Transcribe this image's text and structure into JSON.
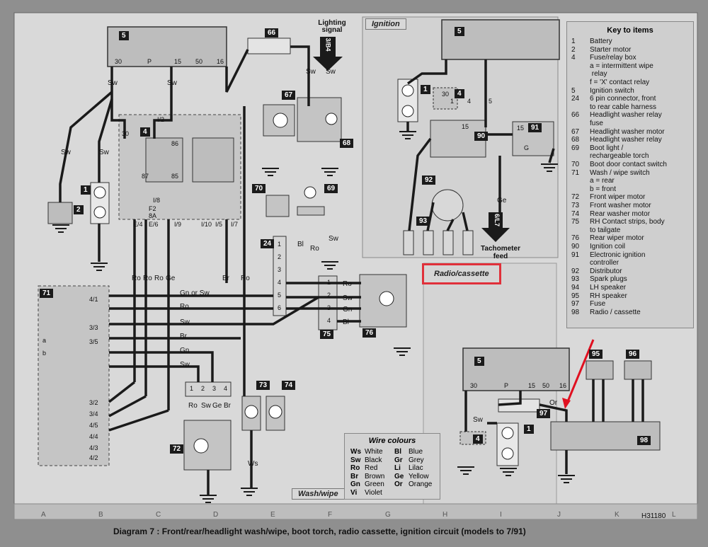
{
  "sections": {
    "ignition": "Ignition",
    "wash_wipe": "Wash/wipe",
    "radio_cassette": "Radio/cassette"
  },
  "lighting_signal": "Lighting signal",
  "lighting_ref": "3/B4",
  "tachometer_feed": "Tachometer feed",
  "tachometer_ref": "6/L7",
  "key": {
    "title": "Key to items",
    "items": [
      {
        "num": "1",
        "text": "Battery"
      },
      {
        "num": "2",
        "text": "Starter motor"
      },
      {
        "num": "4",
        "text": "Fuse/relay box"
      },
      {
        "num": "",
        "text": "a  =  intermittent wipe"
      },
      {
        "num": "",
        "text": "       relay"
      },
      {
        "num": "",
        "text": "f  =  'X' contact relay"
      },
      {
        "num": "5",
        "text": "Ignition switch"
      },
      {
        "num": "24",
        "text": "6 pin connector, front"
      },
      {
        "num": "",
        "text": "to rear cable harness"
      },
      {
        "num": "66",
        "text": "Headlight washer relay"
      },
      {
        "num": "",
        "text": "fuse"
      },
      {
        "num": "67",
        "text": "Headlight washer motor"
      },
      {
        "num": "68",
        "text": "Headlight washer relay"
      },
      {
        "num": "69",
        "text": "Boot light /"
      },
      {
        "num": "",
        "text": "rechargeable torch"
      },
      {
        "num": "70",
        "text": "Boot door contact switch"
      },
      {
        "num": "71",
        "text": "Wash / wipe switch"
      },
      {
        "num": "",
        "text": "a  =  rear"
      },
      {
        "num": "",
        "text": "b  =  front"
      },
      {
        "num": "72",
        "text": "Front wiper motor"
      },
      {
        "num": "73",
        "text": "Front washer motor"
      },
      {
        "num": "74",
        "text": "Rear washer motor"
      },
      {
        "num": "75",
        "text": "RH Contact strips, body"
      },
      {
        "num": "",
        "text": "to tailgate"
      },
      {
        "num": "76",
        "text": "Rear wiper motor"
      },
      {
        "num": "90",
        "text": "Ignition coil"
      },
      {
        "num": "91",
        "text": "Electronic ignition"
      },
      {
        "num": "",
        "text": "controller"
      },
      {
        "num": "92",
        "text": "Distributor"
      },
      {
        "num": "93",
        "text": "Spark plugs"
      },
      {
        "num": "94",
        "text": "LH speaker"
      },
      {
        "num": "95",
        "text": "RH speaker"
      },
      {
        "num": "97",
        "text": "Fuse"
      },
      {
        "num": "98",
        "text": "Radio / cassette"
      }
    ]
  },
  "wire_colours": {
    "title": "Wire colours",
    "left": [
      {
        "code": "Ws",
        "name": "White"
      },
      {
        "code": "Sw",
        "name": "Black"
      },
      {
        "code": "Ro",
        "name": "Red"
      },
      {
        "code": "Br",
        "name": "Brown"
      },
      {
        "code": "Gn",
        "name": "Green"
      },
      {
        "code": "Vi",
        "name": "Violet"
      }
    ],
    "right": [
      {
        "code": "Bl",
        "name": "Blue"
      },
      {
        "code": "Gr",
        "name": "Grey"
      },
      {
        "code": "Li",
        "name": "Lilac"
      },
      {
        "code": "Ge",
        "name": "Yellow"
      },
      {
        "code": "Or",
        "name": "Orange"
      }
    ]
  },
  "caption": "Diagram 7 :  Front/rear/headlight wash/wipe, boot torch, radio cassette, ignition circuit (models to 7/91)",
  "ref_code": "H31180",
  "grid_letters": [
    "A",
    "B",
    "C",
    "D",
    "E",
    "F",
    "G",
    "H",
    "I",
    "J",
    "K",
    "L"
  ],
  "badges": [
    "5",
    "66",
    "4",
    "1",
    "2",
    "67",
    "68",
    "70",
    "69",
    "24",
    "71",
    "72",
    "73",
    "74",
    "75",
    "76",
    "5",
    "1",
    "4",
    "90",
    "91",
    "92",
    "93",
    "5",
    "97",
    "1",
    "4",
    "95",
    "96",
    "98"
  ],
  "pins_ignition_switch": [
    "30",
    "P",
    "15",
    "50",
    "16"
  ],
  "pins_relay": [
    "30",
    "I/2",
    "86",
    "85",
    "87",
    "I/8",
    "F2",
    "8A",
    "E/4",
    "E/6",
    "I/9",
    "I/10",
    "I/5",
    "I/7"
  ],
  "pins_switch71": [
    "4/1",
    "3/3",
    "3/5",
    "a",
    "b",
    "3/2",
    "3/4",
    "4/5",
    "4/4",
    "4/3",
    "4/2"
  ],
  "pins_connector24": [
    "1",
    "2",
    "3",
    "4",
    "5",
    "6"
  ],
  "pins_strip75": [
    "1",
    "2",
    "3",
    "4"
  ],
  "pins_motor72": [
    "1",
    "2",
    "3",
    "4"
  ],
  "wire_labels": [
    "Gn or Sw",
    "Ro",
    "Sw",
    "Br",
    "Gn",
    "Sw",
    "Ro",
    "Sw",
    "Gn",
    "Bl",
    "Ro",
    "Ro",
    "Ro",
    "Ge",
    "Br",
    "Ro",
    "Sw",
    "Sw",
    "Sw",
    "Sw",
    "Sw",
    "Sw",
    "Ro",
    "Bl",
    "Sw",
    "Ro",
    "Sw",
    "Ge",
    "Br",
    "Ws",
    "Ge",
    "Or",
    "Sw"
  ],
  "ignition_pins": [
    "15",
    "15",
    "G",
    "30",
    "1",
    "4",
    "5"
  ]
}
